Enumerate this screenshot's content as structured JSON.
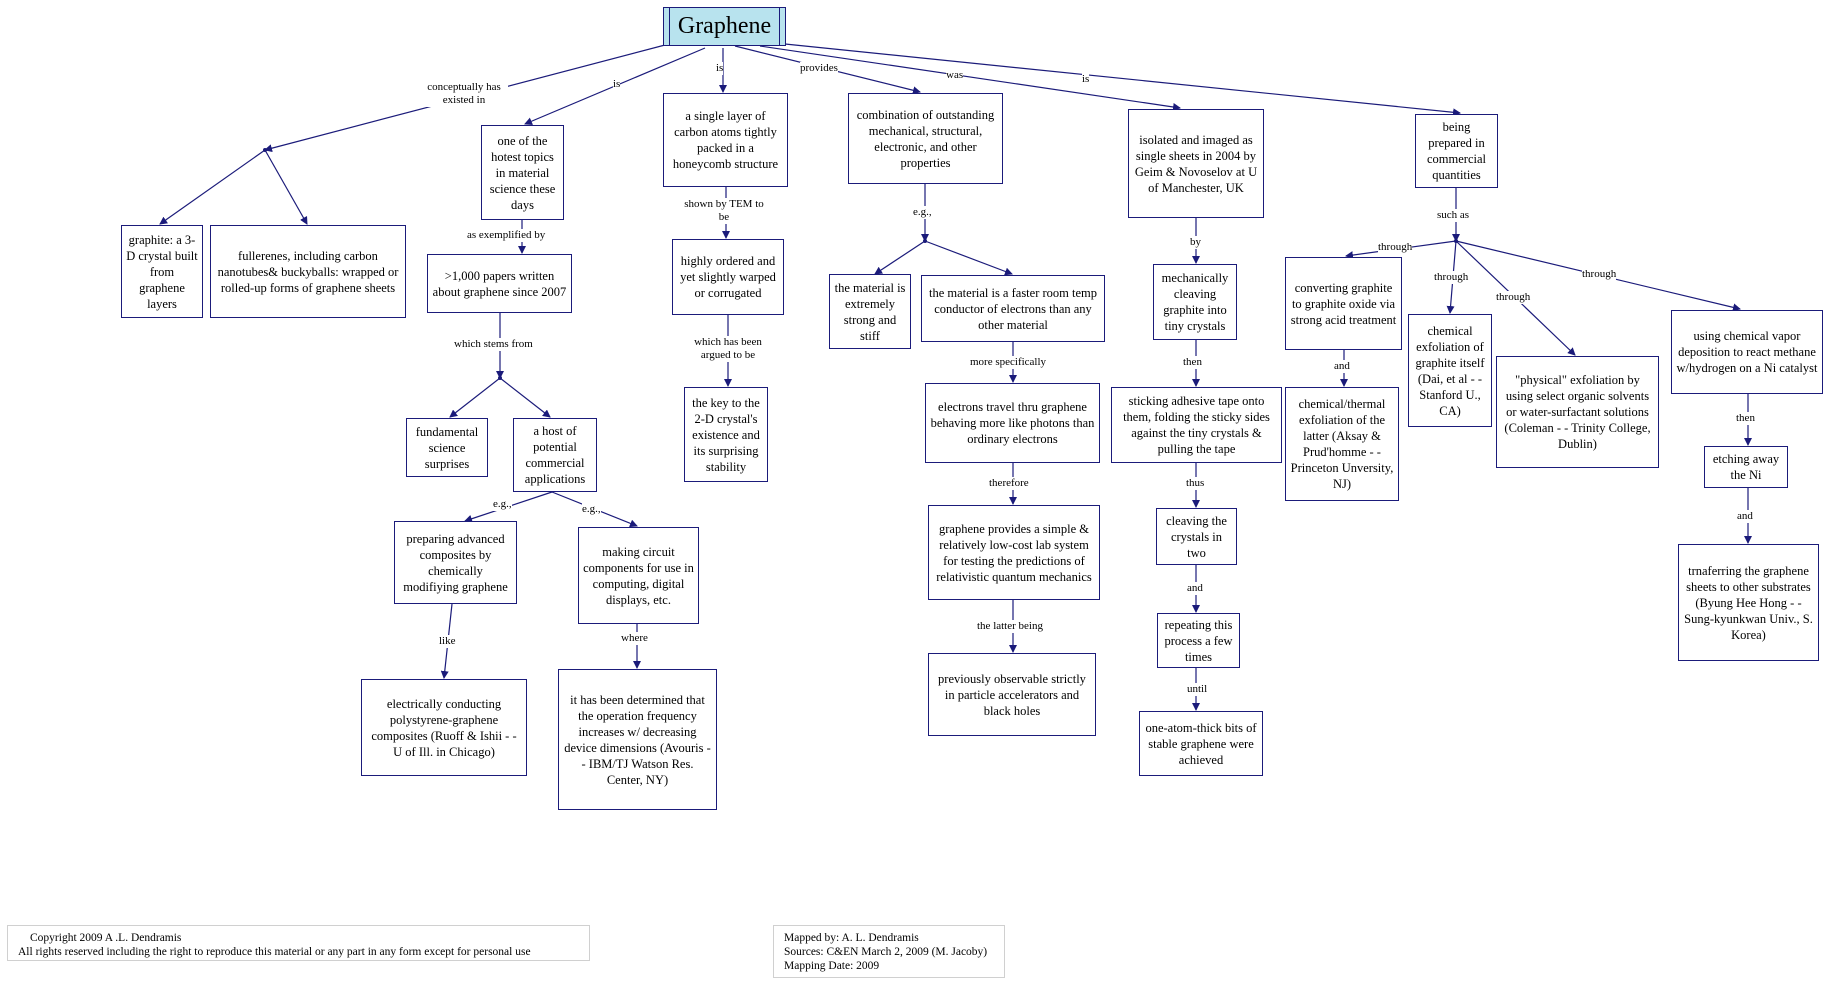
{
  "root": {
    "label": "Graphene"
  },
  "nodes": {
    "n_graphite": "graphite: a 3-D crystal built from graphene layers",
    "n_fullerenes": "fullerenes, including carbon nanotubes& buckyballs: wrapped or rolled-up forms of graphene sheets",
    "n_hottest": "one of the hotest topics in material science these days",
    "n_papers": ">1,000 papers written about graphene since 2007",
    "n_fundamental": "fundamental science surprises",
    "n_host": "a host of potential commercial applications",
    "n_composites": "preparing advanced composites by chemically modifiying graphene",
    "n_circuit": "making circuit components for use in computing, digital displays, etc.",
    "n_polystyrene": "electrically conducting polystyrene-graphene composites (Ruoff & Ishii - - U of Ill. in Chicago)",
    "n_frequency": "it has been determined that the operation frequency increases w/ decreasing device dimensions (Avouris - - IBM/TJ Watson Res. Center, NY)",
    "n_layer": "a single layer of carbon atoms tightly packed in a honeycomb structure",
    "n_ordered": "highly ordered and yet slightly warped or corrugated",
    "n_key": "the key to the 2-D crystal's existence and its surprising stability",
    "n_combination": "combination of outstanding mechanical, structural, electronic, and other properties",
    "n_strong": "the material is extremely strong and stiff",
    "n_faster": "the material is a faster room temp conductor of electrons than any other material",
    "n_electrons": "electrons travel thru graphene behaving more like photons than ordinary electrons",
    "n_lab": "graphene provides a simple & relatively low-cost lab system for testing the predictions of relativistic quantum mechanics",
    "n_observable": "previously observable strictly in particle accelerators and black holes",
    "n_isolated": "isolated and imaged as single sheets in 2004 by Geim & Novoselov at U of Manchester, UK",
    "n_cleaving": "mechanically cleaving graphite into tiny crystals",
    "n_tape": "sticking adhesive tape onto them, folding the sticky sides against the tiny crystals & pulling the tape",
    "n_two": "cleaving the crystals in two",
    "n_repeating": "repeating this process a few times",
    "n_oneatom": "one-atom-thick bits of stable graphene were achieved",
    "n_commercial": "being prepared in commercial quantities",
    "n_oxide": "converting graphite to graphite oxide via strong acid treatment",
    "n_thermal": "chemical/thermal exfoliation of the latter (Aksay & Prud'homme - - Princeton Unversity, NJ)",
    "n_chemical": "chemical exfoliation of graphite itself (Dai, et al - - Stanford U., CA)",
    "n_physical": "\"physical\" exfoliation by using select organic solvents or water-surfactant solutions (Coleman - - Trinity College, Dublin)",
    "n_vapor": "using chemical vapor deposition to react methane w/hydrogen on a Ni catalyst",
    "n_etching": "etching away the Ni",
    "n_transfer": "trnaferring the graphene sheets to other substrates (Byung Hee Hong - - Sung-kyunkwan Univ., S. Korea)"
  },
  "links": {
    "l_conceptually": "conceptually has existed in",
    "l_is1": "is",
    "l_is2": "is",
    "l_provides": "provides",
    "l_was": "was",
    "l_is3": "is",
    "l_exemplified": "as exemplified by",
    "l_stems": "which stems from",
    "l_eg1": "e.g.,",
    "l_eg2": "e.g.,",
    "l_like": "like",
    "l_where": "where",
    "l_tem": "shown by TEM to be",
    "l_argued": "which has been argued to be",
    "l_eg3": "e.g.,",
    "l_specifically": "more specifically",
    "l_therefore": "therefore",
    "l_latter": "the latter being",
    "l_by": "by",
    "l_then1": "then",
    "l_thus": "thus",
    "l_and1": "and",
    "l_until": "until",
    "l_suchas": "such as",
    "l_through1": "through",
    "l_through2": "through",
    "l_through3": "through",
    "l_through4": "through",
    "l_and2": "and",
    "l_then2": "then",
    "l_and3": "and"
  },
  "footer": {
    "copyright_line1": "Copyright 2009  A .L. Dendramis",
    "copyright_line2": "All rights reserved including the right to reproduce this material or any part in any form except for personal use",
    "mapped_by": "Mapped by:  A. L. Dendramis",
    "sources": "Sources:  C&EN March 2, 2009 (M. Jacoby)",
    "mapping_date": "Mapping Date:  2009"
  },
  "colors": {
    "border": "#1b1b7a",
    "root_fill": "#b8e3ee",
    "line": "#1b1b7a"
  }
}
